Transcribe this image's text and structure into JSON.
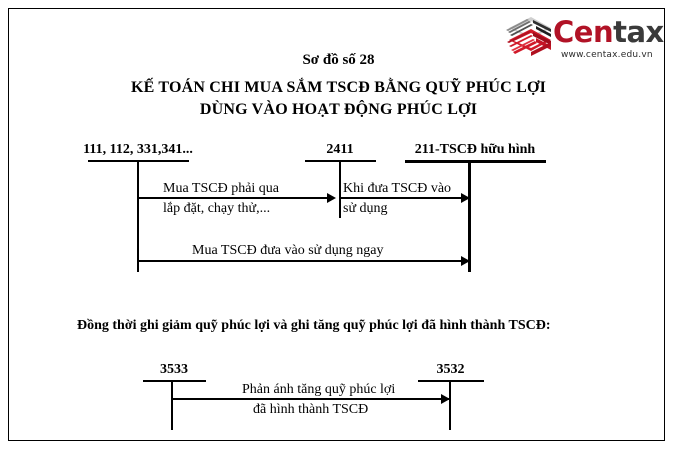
{
  "logo": {
    "name": "centax-logo",
    "word_primary": "Cen",
    "word_secondary": "tax",
    "url": "www.centax.edu.vn",
    "color_primary": "#b11226",
    "color_secondary": "#3a3a3a"
  },
  "title": {
    "line1": "Sơ đồ số 28",
    "line2": "KẾ TOÁN CHI MUA SẮM TSCĐ BẰNG QUỸ PHÚC LỢI",
    "line3": "DÙNG VÀO HOẠT ĐỘNG PHÚC LỢI"
  },
  "diagram_top": {
    "accounts": [
      {
        "label": "111, 112, 331,341..."
      },
      {
        "label": "2411"
      },
      {
        "label": "211-TSCĐ hữu hình"
      }
    ],
    "flows": [
      {
        "line1": "Mua TSCĐ phải qua",
        "line2": "lắp đặt, chạy thử,..."
      },
      {
        "line1": "Khi đưa TSCĐ  vào",
        "line2": "sử dụng"
      },
      {
        "line1": "Mua TSCĐ đưa vào sử dụng ngay",
        "line2": ""
      }
    ]
  },
  "note": "Đồng thời ghi giảm quỹ phúc lợi và ghi tăng quỹ phúc lợi đã hình thành TSCĐ:",
  "diagram_bottom": {
    "accounts": [
      {
        "label": "3533"
      },
      {
        "label": "3532"
      }
    ],
    "flows": [
      {
        "line1": "Phản ánh tăng quỹ phúc lợi",
        "line2": "đã hình thành TSCĐ"
      }
    ]
  }
}
